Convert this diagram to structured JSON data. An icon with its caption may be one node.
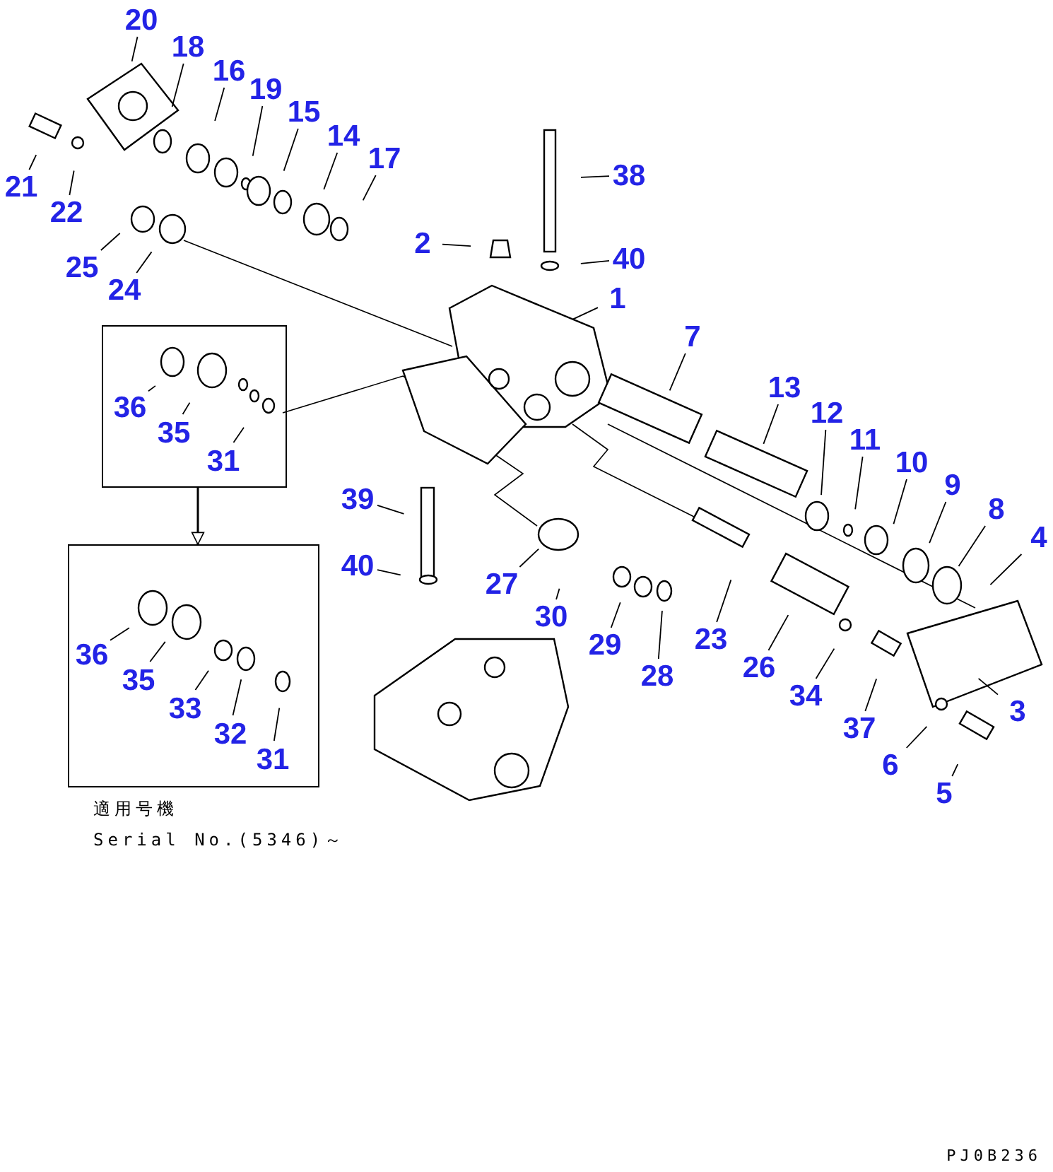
{
  "diagram": {
    "nodes": [
      {
        "text": [
          "20"
        ]
      },
      {
        "text": [
          "18"
        ]
      },
      {
        "text": [
          "16"
        ]
      },
      {
        "text": [
          "19"
        ]
      },
      {
        "text": [
          "15"
        ]
      },
      {
        "text": [
          "14"
        ]
      },
      {
        "text": [
          "17"
        ]
      },
      {
        "text": [
          "21"
        ]
      },
      {
        "text": [
          "22"
        ]
      },
      {
        "text": [
          "38"
        ]
      },
      {
        "text": [
          "25"
        ]
      },
      {
        "text": [
          "24"
        ]
      },
      {
        "text": [
          "2"
        ]
      },
      {
        "text": [
          "40"
        ]
      },
      {
        "text": [
          "1"
        ]
      },
      {
        "text": [],
        "shape": "box"
      },
      {
        "text": [
          "36"
        ],
        "in": 15
      },
      {
        "text": [
          "35"
        ],
        "in": 15
      },
      {
        "text": [
          "31"
        ],
        "in": 15
      },
      {
        "text": [
          "7"
        ]
      },
      {
        "text": [
          "13"
        ]
      },
      {
        "text": [
          "12"
        ]
      },
      {
        "text": [
          "11"
        ]
      },
      {
        "text": [
          "10"
        ]
      },
      {
        "text": [
          "9"
        ]
      },
      {
        "text": [
          "8"
        ]
      },
      {
        "text": [
          "39"
        ]
      },
      {
        "text": [
          "4"
        ]
      },
      {
        "text": [
          "40"
        ]
      },
      {
        "text": [
          "27"
        ]
      },
      {
        "text": [
          "30"
        ]
      },
      {
        "text": [],
        "shape": "box"
      },
      {
        "text": [
          "36"
        ],
        "in": 31
      },
      {
        "text": [
          "35"
        ],
        "in": 31
      },
      {
        "text": [
          "29"
        ]
      },
      {
        "text": [
          "23"
        ]
      },
      {
        "text": [
          "33"
        ],
        "in": 31
      },
      {
        "text": [
          "26"
        ]
      },
      {
        "text": [
          "34"
        ]
      },
      {
        "text": [
          "28"
        ]
      },
      {
        "text": [
          "3"
        ]
      },
      {
        "text": [
          "32"
        ],
        "in": 31
      },
      {
        "text": [
          "37"
        ]
      },
      {
        "text": [
          "31"
        ],
        "in": 31
      },
      {
        "text": [
          "6"
        ]
      },
      {
        "text": [
          "5"
        ]
      }
    ],
    "edges": [
      {
        "from": 0,
        "to": null,
        "arrow": "none"
      },
      {
        "from": 1,
        "to": null,
        "arrow": "none"
      },
      {
        "from": 2,
        "to": null,
        "arrow": "none"
      },
      {
        "from": 3,
        "to": null,
        "arrow": "none"
      },
      {
        "from": 4,
        "to": null,
        "arrow": "none"
      },
      {
        "from": 5,
        "to": null,
        "arrow": "none"
      },
      {
        "from": 6,
        "to": null,
        "arrow": "none"
      },
      {
        "from": 7,
        "to": null,
        "arrow": "none"
      },
      {
        "from": 8,
        "to": null,
        "arrow": "none"
      },
      {
        "from": 9,
        "to": null,
        "arrow": "none"
      },
      {
        "from": 10,
        "to": null,
        "arrow": "none"
      },
      {
        "from": 11,
        "to": null,
        "arrow": "none"
      },
      {
        "from": 12,
        "to": null,
        "arrow": "none"
      },
      {
        "from": 13,
        "to": null,
        "arrow": "none"
      },
      {
        "from": 14,
        "to": null,
        "arrow": "none"
      },
      {
        "from": 16,
        "to": null,
        "arrow": "none"
      },
      {
        "from": 17,
        "to": null,
        "arrow": "none"
      },
      {
        "from": 18,
        "to": null,
        "arrow": "none"
      },
      {
        "from": 19,
        "to": null,
        "arrow": "none"
      },
      {
        "from": 20,
        "to": null,
        "arrow": "none"
      },
      {
        "from": 21,
        "to": null,
        "arrow": "none"
      },
      {
        "from": 22,
        "to": null,
        "arrow": "none"
      },
      {
        "from": 23,
        "to": null,
        "arrow": "none"
      },
      {
        "from": 24,
        "to": null,
        "arrow": "none"
      },
      {
        "from": 25,
        "to": null,
        "arrow": "none"
      },
      {
        "from": 26,
        "to": null,
        "arrow": "none"
      },
      {
        "from": 27,
        "to": null,
        "arrow": "none"
      },
      {
        "from": 28,
        "to": null,
        "arrow": "none"
      },
      {
        "from": 29,
        "to": null,
        "arrow": "none"
      },
      {
        "from": 30,
        "to": null,
        "arrow": "none"
      },
      {
        "from": 32,
        "to": null,
        "arrow": "none"
      },
      {
        "from": 33,
        "to": null,
        "arrow": "none"
      },
      {
        "from": 34,
        "to": null,
        "arrow": "none"
      },
      {
        "from": 35,
        "to": null,
        "arrow": "none"
      },
      {
        "from": 36,
        "to": null,
        "arrow": "none"
      },
      {
        "from": 37,
        "to": null,
        "arrow": "none"
      },
      {
        "from": 38,
        "to": null,
        "arrow": "none"
      },
      {
        "from": 39,
        "to": null,
        "arrow": "none"
      },
      {
        "from": 40,
        "to": null,
        "arrow": "none"
      },
      {
        "from": 41,
        "to": null,
        "arrow": "none"
      },
      {
        "from": 42,
        "to": null,
        "arrow": "none"
      },
      {
        "from": 43,
        "to": null,
        "arrow": "none"
      },
      {
        "from": 44,
        "to": null,
        "arrow": "none"
      },
      {
        "from": 45,
        "to": null,
        "arrow": "none"
      },
      {
        "from": 15,
        "to": 31,
        "arrow": "to"
      }
    ],
    "labels": [
      "適用号機",
      "Serial No.(5346)～",
      "PJ0B236"
    ]
  }
}
